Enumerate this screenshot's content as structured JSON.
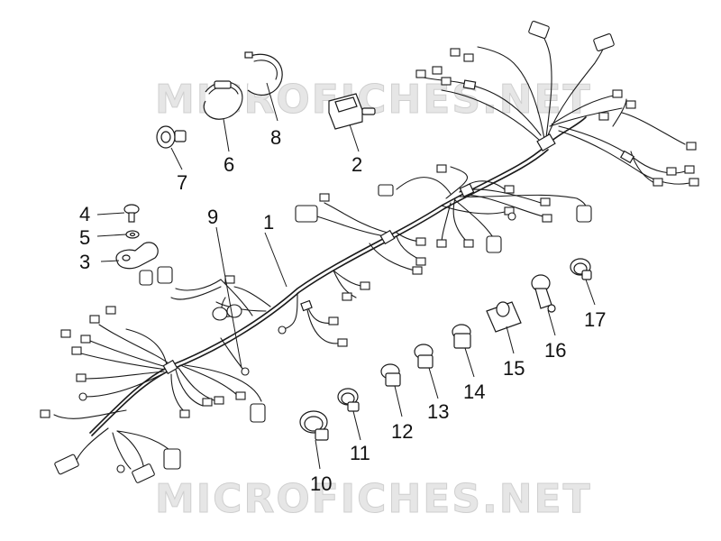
{
  "watermark": {
    "top": "MICROFICHES.NET",
    "bottom": "MICROFICHES.NET"
  },
  "callouts": [
    {
      "id": "1",
      "label": "1"
    },
    {
      "id": "2",
      "label": "2"
    },
    {
      "id": "3",
      "label": "3"
    },
    {
      "id": "4",
      "label": "4"
    },
    {
      "id": "5",
      "label": "5"
    },
    {
      "id": "6",
      "label": "6"
    },
    {
      "id": "7",
      "label": "7"
    },
    {
      "id": "8",
      "label": "8"
    },
    {
      "id": "9",
      "label": "9"
    },
    {
      "id": "10",
      "label": "10"
    },
    {
      "id": "11",
      "label": "11"
    },
    {
      "id": "12",
      "label": "12"
    },
    {
      "id": "13",
      "label": "13"
    },
    {
      "id": "14",
      "label": "14"
    },
    {
      "id": "15",
      "label": "15"
    },
    {
      "id": "16",
      "label": "16"
    },
    {
      "id": "17",
      "label": "17"
    }
  ],
  "colors": {
    "line": "#1a1a1a",
    "watermark": "#e6e6e6",
    "background": "#ffffff"
  }
}
